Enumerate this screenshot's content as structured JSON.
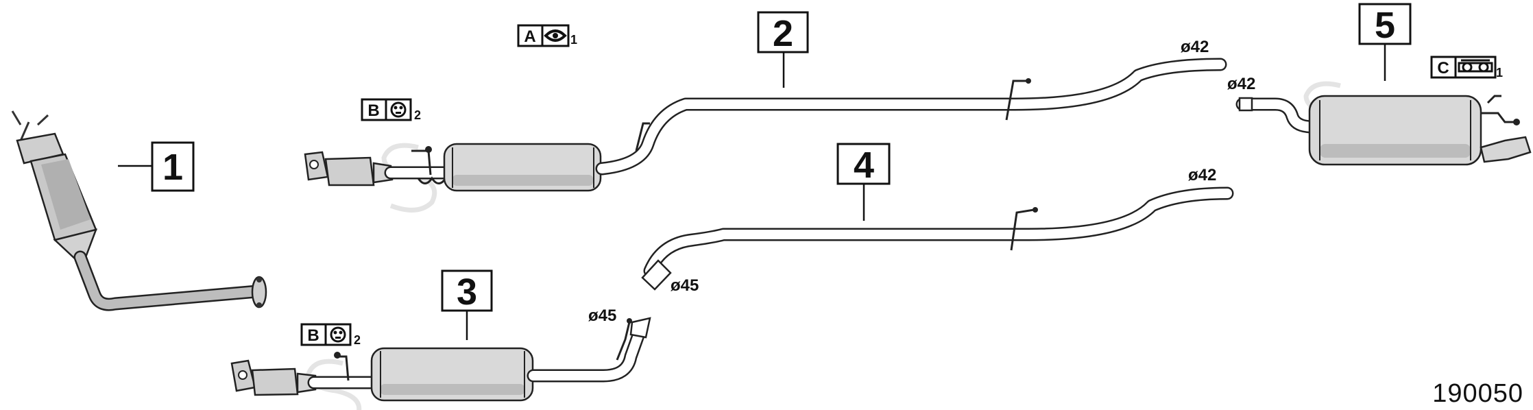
{
  "parts": [
    {
      "id": "1",
      "label": "1"
    },
    {
      "id": "2",
      "label": "2"
    },
    {
      "id": "3",
      "label": "3"
    },
    {
      "id": "4",
      "label": "4"
    },
    {
      "id": "5",
      "label": "5"
    }
  ],
  "mounting_keys": [
    {
      "letter": "A",
      "qty": "1",
      "icon": "gasket-icon"
    },
    {
      "letter": "B",
      "qty": "2",
      "icon": "rubber-hanger-icon"
    },
    {
      "letter": "B",
      "qty": "2",
      "icon": "rubber-hanger-icon"
    },
    {
      "letter": "C",
      "qty": "1",
      "icon": "clamp-icon"
    }
  ],
  "diameters": {
    "part2_outlet": "ø42",
    "part5_inlet": "ø42",
    "part4_outlet": "ø42",
    "part4_inlet": "ø45",
    "part3_outlet": "ø45"
  },
  "reference_code": "190050"
}
